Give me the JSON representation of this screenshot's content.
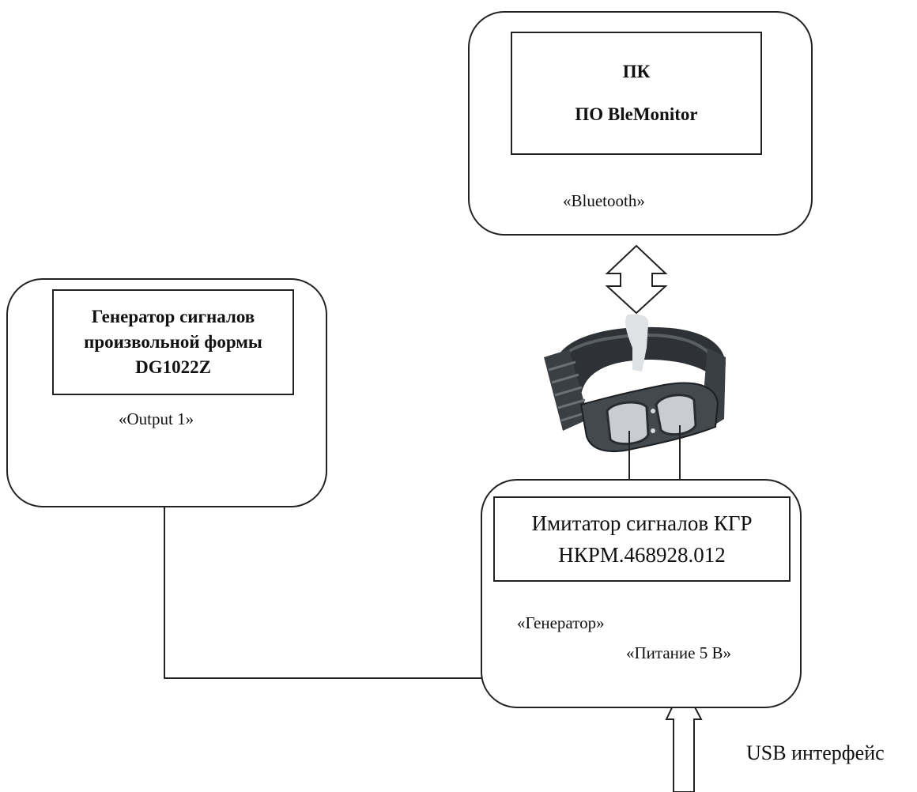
{
  "pc": {
    "title": "ПК",
    "software": "ПО BleMonitor",
    "port_label": "«Bluetooth»"
  },
  "generator": {
    "title_line1": "Генератор сигналов",
    "title_line2": "произвольной формы",
    "title_line3": "DG1022Z",
    "port_label": "«Output 1»"
  },
  "simulator": {
    "title_line1": "Имитатор сигналов КГР",
    "title_line2": "НКРМ.468928.012",
    "generator_port_label": "«Генератор»",
    "power_label": "«Питание 5 В»"
  },
  "usb_label": "USB интерфейс",
  "colors": {
    "line": "#222222",
    "bracelet_dark": "#2e3236",
    "bracelet_mid": "#5a5f64",
    "bracelet_light": "#b9bec3"
  }
}
